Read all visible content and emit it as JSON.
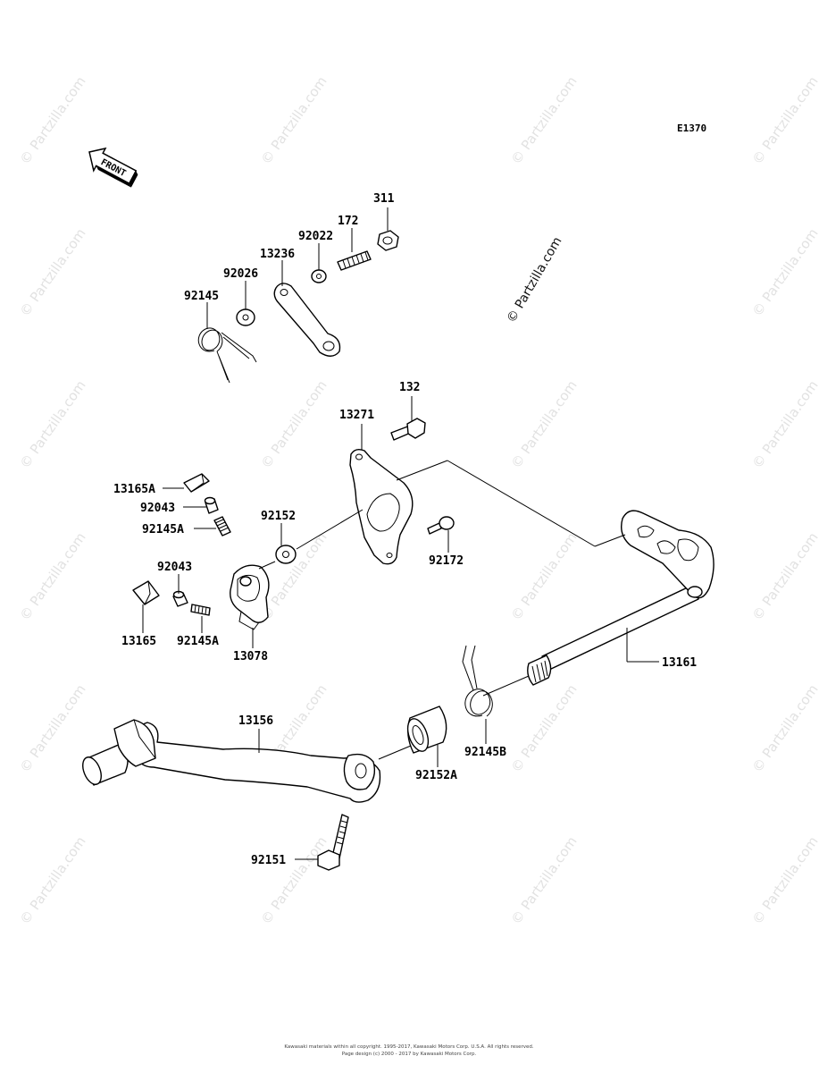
{
  "diagram_code": "E1370",
  "front_label": "FRONT",
  "watermark": "© Partzilla.com",
  "watermark_large": "© Partzilla.com",
  "footer": {
    "line1": "Kawasaki materials within all copyright. 1995-2017, Kawasaki Motors Corp. U.S.A. All rights reserved.",
    "line2": "Page design (c) 2000 - 2017 by Kawasaki Motors Corp."
  },
  "parts": {
    "p311": "311",
    "p172": "172",
    "p92022": "92022",
    "p13236": "13236",
    "p92026": "92026",
    "p92145": "92145",
    "p132": "132",
    "p13271": "13271",
    "p13165A": "13165A",
    "p92043a": "92043",
    "p92145Aa": "92145A",
    "p92152": "92152",
    "p92172": "92172",
    "p92043b": "92043",
    "p13165": "13165",
    "p92145Ab": "92145A",
    "p13078": "13078",
    "p13161": "13161",
    "p13156": "13156",
    "p92145B": "92145B",
    "p92152A": "92152A",
    "p92151": "92151"
  }
}
